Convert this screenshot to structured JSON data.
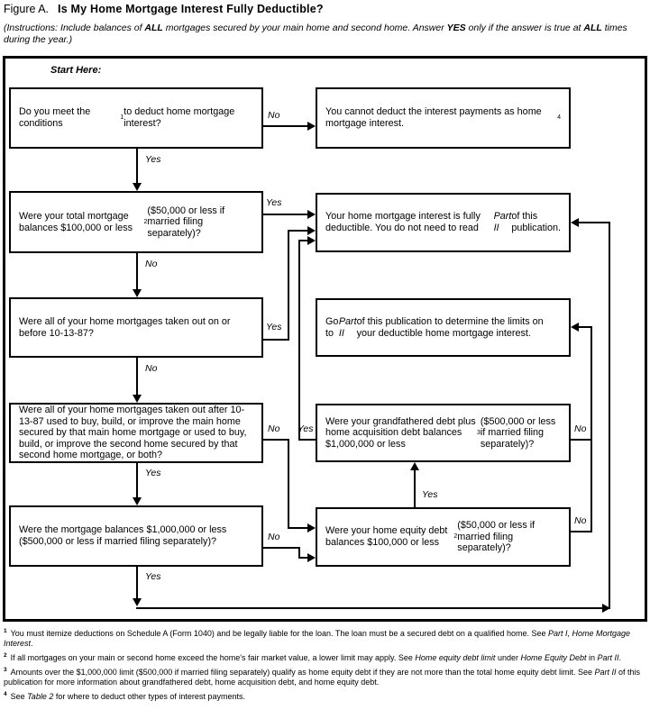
{
  "title": {
    "prefix": "Figure A.",
    "main": "Is My Home Mortgage Interest Fully Deductible?"
  },
  "instructions": [
    {
      "t": "(Instructions: Include balances of ",
      "i": 1
    },
    {
      "t": "ALL",
      "i": 1,
      "b": 1
    },
    {
      "t": " mortgages secured by your main home and second home. Answer ",
      "i": 1
    },
    {
      "t": "YES",
      "i": 1,
      "b": 1
    },
    {
      "t": " only if the answer is true at ",
      "i": 1
    },
    {
      "t": "ALL",
      "i": 1,
      "b": 1
    },
    {
      "t": " times during the year.)",
      "i": 1
    }
  ],
  "start_here": "Start Here:",
  "boxes": {
    "q_conditions": [
      {
        "t": "Do you meet the conditions"
      },
      {
        "t": "1",
        "sup": 1
      },
      {
        "t": " to deduct home mortgage interest?"
      }
    ],
    "cannot_deduct": [
      {
        "t": "You cannot deduct the interest payments as home mortgage interest."
      },
      {
        "t": "4",
        "sup": 1
      }
    ],
    "q_total_balances": [
      {
        "t": "Were your total mortgage balances $100,000 or less"
      },
      {
        "t": "2",
        "sup": 1
      },
      {
        "t": " ($50,000 or less if married filing separately)?"
      }
    ],
    "fully_deductible": [
      {
        "t": "Your home mortgage interest is fully deductible. You do not need to read "
      },
      {
        "t": "Part II",
        "i": 1
      },
      {
        "t": " of this publication."
      }
    ],
    "q_before_1987": [
      {
        "t": "Were all of your home mortgages taken out on or before 10-13-87?"
      }
    ],
    "go_part2": [
      {
        "t": "Go to "
      },
      {
        "t": "Part II",
        "i": 1
      },
      {
        "t": " of this publication to determine the limits on your deductible home mortgage interest."
      }
    ],
    "q_after_1987": [
      {
        "t": "Were all of your home mortgages taken out after 10-13-87 used to buy, build, or improve the main home secured by that main home mortgage or used to buy, build, or improve the second home secured by that second home mortgage, or both?"
      }
    ],
    "q_grandfathered": [
      {
        "t": "Were your grandfathered debt plus home acquisition debt balances $1,000,000 or less"
      },
      {
        "t": "3",
        "sup": 1
      },
      {
        "t": " ($500,000 or less if married filing separately)?"
      }
    ],
    "q_million": [
      {
        "t": "Were the mortgage balances $1,000,000 or less ($500,000 or less if married filing separately)?"
      }
    ],
    "q_home_equity": [
      {
        "t": "Were your home equity debt balances $100,000 or less"
      },
      {
        "t": "2",
        "sup": 1
      },
      {
        "t": " ($50,000 or less if married filing separately)?"
      }
    ]
  },
  "edges": {
    "conditions_no": "No",
    "conditions_yes": "Yes",
    "total_yes": "Yes",
    "total_no": "No",
    "before87_yes": "Yes",
    "before87_no": "No",
    "after87_no": "No",
    "after87_yes": "Yes",
    "million_no": "No",
    "million_yes": "Yes",
    "grandfathered_yes": "Yes",
    "grandfathered_no": "No",
    "homeequity_yes": "Yes",
    "homeequity_no": "No"
  },
  "footnotes": {
    "f1": [
      {
        "t": "1",
        "sup": 1
      },
      {
        "t": "You must itemize deductions on Schedule A (Form 1040) and be legally liable for the loan. The loan must be a secured debt on a qualified home. See "
      },
      {
        "t": "Part I, Home Mortgage Interest",
        "i": 1
      },
      {
        "t": "."
      }
    ],
    "f2": [
      {
        "t": "2",
        "sup": 1
      },
      {
        "t": "If all mortgages on your main or second home exceed the home's fair market value, a lower limit may apply. See "
      },
      {
        "t": "Home equity debt limit",
        "i": 1
      },
      {
        "t": " under "
      },
      {
        "t": "Home Equity Debt",
        "i": 1
      },
      {
        "t": " in "
      },
      {
        "t": "Part II",
        "i": 1
      },
      {
        "t": "."
      }
    ],
    "f3": [
      {
        "t": "3",
        "sup": 1
      },
      {
        "t": "Amounts over the $1,000,000 limit ($500,000 if married filing separately) qualify as home equity debt if they are not more than the total home equity debt limit. See "
      },
      {
        "t": "Part II",
        "i": 1
      },
      {
        "t": " of this publication for more information about grandfathered debt, home acquisition debt, and home equity debt."
      }
    ],
    "f4": [
      {
        "t": "4",
        "sup": 1
      },
      {
        "t": "See "
      },
      {
        "t": "Table 2",
        "i": 1
      },
      {
        "t": " for where to deduct other types of interest payments."
      }
    ]
  }
}
